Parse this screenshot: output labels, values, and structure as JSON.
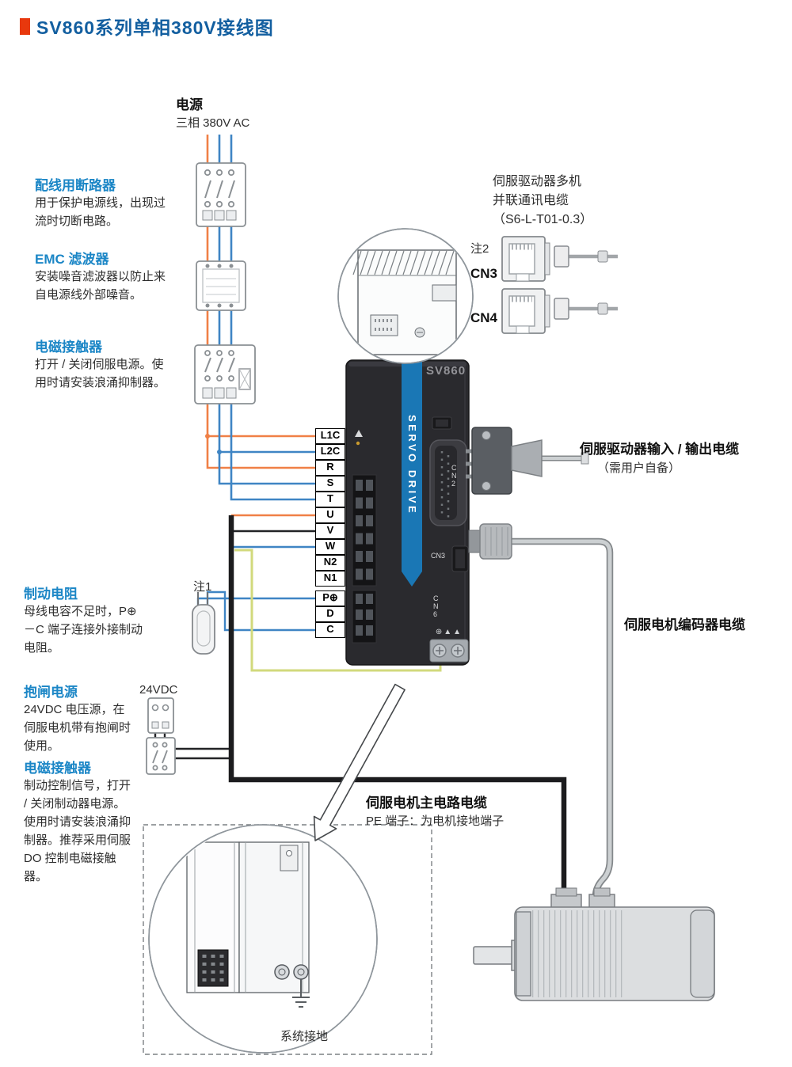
{
  "page": {
    "title": "SV860系列单相380V接线图"
  },
  "colors": {
    "heading_blue": "#135fa0",
    "label_blue": "#1b86c6",
    "bullet_red": "#e8380d",
    "wire_orange": "#f08046",
    "wire_blue": "#3f85c4",
    "wire_ground": "#d2d97c",
    "band_blue": "#1a77b5",
    "cable_black": "#1c1c1e",
    "cable_gray": "#ccd0d2"
  },
  "annotations": {
    "power": {
      "title": "电源",
      "desc": "三相 380V AC"
    },
    "breaker": {
      "title": "配线用断路器",
      "desc": "用于保护电源线，出现过流时切断电路。"
    },
    "emc": {
      "title": "EMC 滤波器",
      "desc": "安装噪音滤波器以防止来自电源线外部噪音。"
    },
    "contactor1": {
      "title": "电磁接触器",
      "desc": "打开 / 关闭伺服电源。使用时请安装浪涌抑制器。"
    },
    "brake_resistor": {
      "title": "制动电阻",
      "desc": "母线电容不足时，P⊕－C 端子连接外接制动电阻。"
    },
    "brake_power": {
      "title": "抱闸电源",
      "desc": "24VDC 电压源，在伺服电机带有抱闸时使用。"
    },
    "contactor2": {
      "title": "电磁接触器",
      "desc": "制动控制信号，打开 / 关闭制动器电源。使用时请安装浪涌抑制器。推荐采用伺服 DO 控制电磁接触器。"
    }
  },
  "labels": {
    "multi_comm": "伺服驱动器多机\n并联通讯电缆\n（S6-L-T01-0.3）",
    "note2": "注2",
    "cn3": "CN3",
    "cn4": "CN4",
    "io_cable": "伺服驱动器输入 / 输出电缆",
    "io_cable_note": "（需用户自备）",
    "encoder_cable": "伺服电机编码器电缆",
    "note1": "注1",
    "vdc24": "24VDC",
    "main_cable": "伺服电机主电路电缆",
    "main_cable_note": "PE 端子：为电机接地端子",
    "system_ground": "系统接地"
  },
  "drive": {
    "model": "SV860",
    "band": "SERVO DRIVE",
    "cn2": "CN2",
    "cn3": "CN3",
    "cn6": "CN6",
    "bottom_marks": "⊕▲▲"
  },
  "terminals": [
    "L1C",
    "L2C",
    "R",
    "S",
    "T",
    "U",
    "V",
    "W",
    "N2",
    "N1",
    "P⊕",
    "D",
    "C"
  ]
}
